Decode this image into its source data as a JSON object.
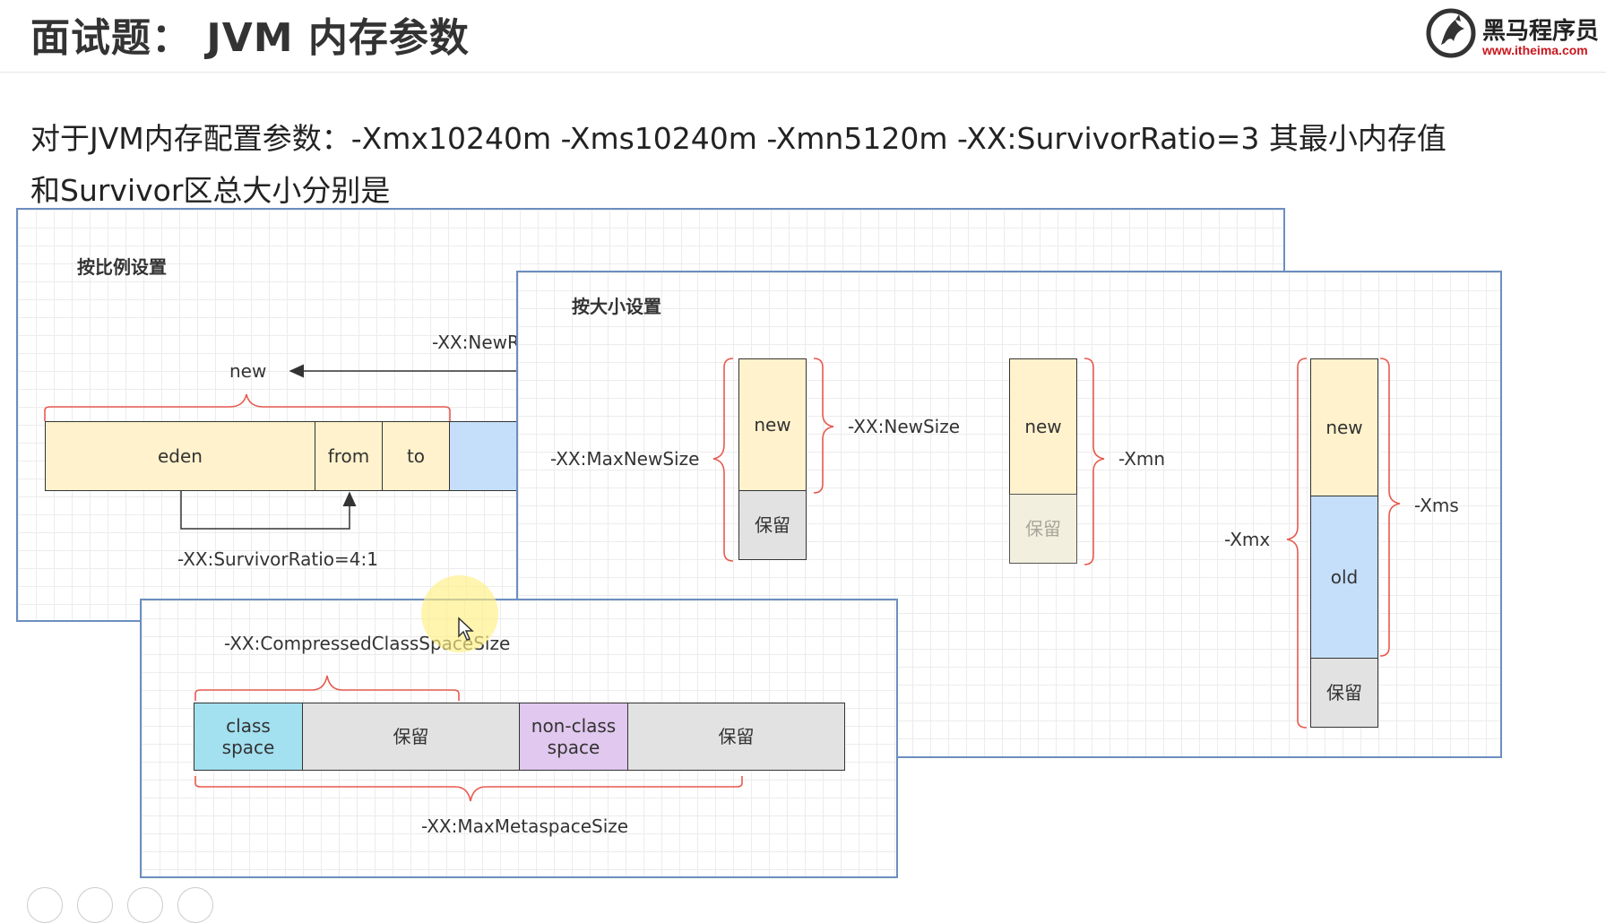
{
  "title": "面试题： JVM 内存参数",
  "logo": {
    "name": "黑马程序员",
    "url": "www.itheima.com"
  },
  "question": {
    "line1": "对于JVM内存配置参数：-Xmx10240m -Xms10240m -Xmn5120m -XX:SurvivorRatio=3 其最小内存值",
    "line2": "和Survivor区总大小分别是"
  },
  "ratio_panel": {
    "title": "按比例设置",
    "new_label": "new",
    "newratio_label": "-XX:NewRa",
    "eden": "eden",
    "from": "from",
    "to": "to",
    "survivor_ratio": "-XX:SurvivorRatio=4:1"
  },
  "size_panel": {
    "title": "按大小设置",
    "col1": {
      "new": "new",
      "reserved": "保留",
      "max_new_size": "-XX:MaxNewSize",
      "new_size": "-XX:NewSize"
    },
    "col2": {
      "new": "new",
      "reserved": "保留",
      "xmn": "-Xmn"
    },
    "col3": {
      "new": "new",
      "old": "old",
      "reserved": "保留",
      "xmx": "-Xmx",
      "xms": "-Xms"
    }
  },
  "meta_panel": {
    "compressed_class_space_size": "-XX:CompressedClassSpaceSize",
    "class_space": "class\nspace",
    "reserved1": "保留",
    "non_class_space": "non-class\nspace",
    "reserved2": "保留",
    "max_metaspace_size": "-XX:MaxMetaspaceSize"
  },
  "colors": {
    "new_gen": "#fff2cc",
    "old_gen": "#c5dffb",
    "reserved": "#e2e2e2",
    "class_space": "#a3e0f0",
    "non_class_space": "#e1c8ee",
    "brace": "#e85a4f",
    "panel_border": "#6c8ebf",
    "logo_accent": "#c8161d"
  }
}
